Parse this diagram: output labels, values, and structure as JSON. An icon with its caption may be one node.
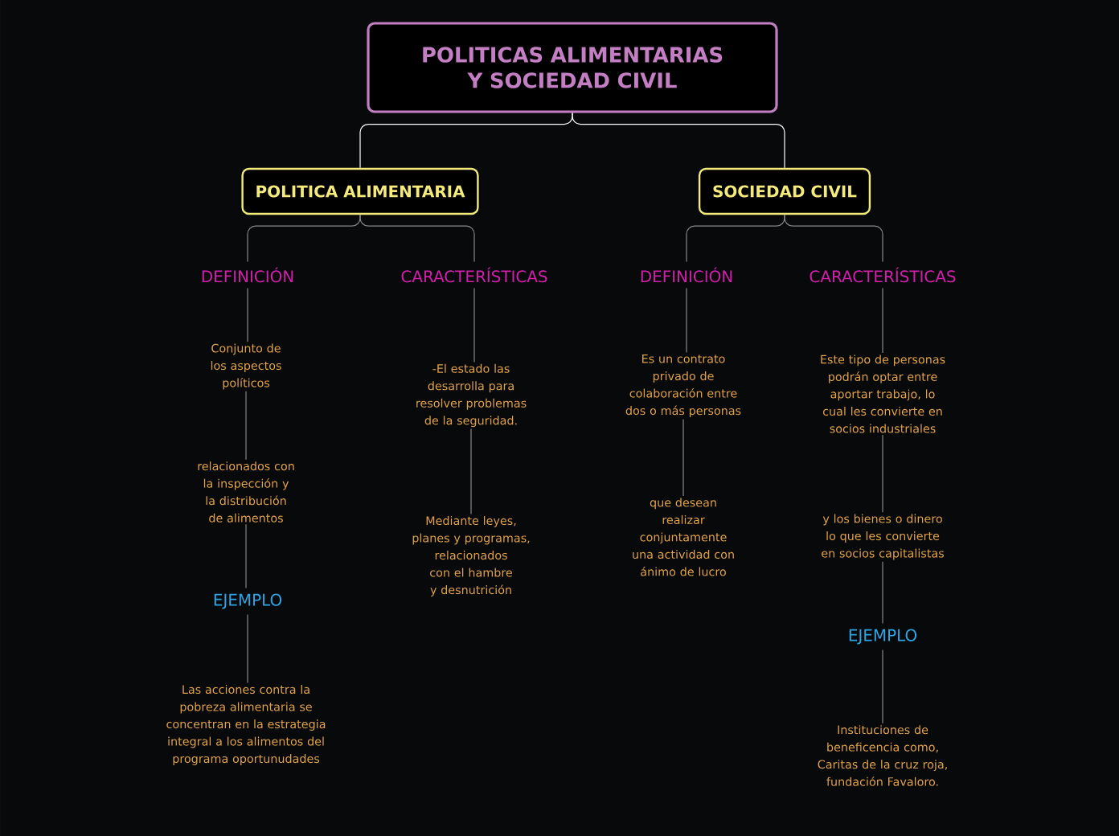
{
  "diagram": {
    "nodes": [
      {
        "text": [
          "POLITICAS ALIMENTARIAS Y SOCIEDAD CIVIL"
        ]
      },
      {
        "text": [
          "POLITICA ALIMENTARIA"
        ]
      },
      {
        "text": [
          "SOCIEDAD CIVIL"
        ]
      },
      {
        "text": [
          "DEFINICIÓN"
        ]
      },
      {
        "text": [
          "CARACTERÍSTICAS"
        ]
      },
      {
        "text": [
          "DEFINICIÓN"
        ]
      },
      {
        "text": [
          "CARACTERÍSTICAS"
        ]
      },
      {
        "text": [
          "Conjunto de los aspectos políticos"
        ]
      },
      {
        "text": [
          "relacionados con la inspección y la distribución de alimentos"
        ]
      },
      {
        "text": [
          "EJEMPLO"
        ]
      },
      {
        "text": [
          "Las acciones contra la pobreza alimentaria se concentran en la estrategia integral a los alimentos del programa oportunudades"
        ]
      },
      {
        "text": [
          "-El estado las desarrolla para resolver problemas de la seguridad."
        ]
      },
      {
        "text": [
          "Mediante leyes, planes y programas, relacionados con el hambre y desnutrición"
        ]
      },
      {
        "text": [
          "Es un contrato privado de colaboración entre dos o más personas"
        ]
      },
      {
        "text": [
          "que desean realizar conjuntamente una actividad con ánimo de lucro"
        ]
      },
      {
        "text": [
          "Este tipo de personas podrán optar entre aportar trabajo, lo cual les convierte en socios industriales"
        ]
      },
      {
        "text": [
          "y los bienes o dinero lo que les convierte en socios capitalistas"
        ]
      },
      {
        "text": [
          "EJEMPLO"
        ]
      },
      {
        "text": [
          "Instituciones de beneficencia como, Caritas de la cruz roja, fundación Favaloro."
        ]
      }
    ],
    "edges": [
      {
        "from": 0,
        "to": 1,
        "arrow": "none",
        "color": "#ffffff"
      },
      {
        "from": 0,
        "to": 2,
        "arrow": "none",
        "color": "#ffffff"
      },
      {
        "from": 1,
        "to": 3,
        "arrow": "none"
      },
      {
        "from": 1,
        "to": 4,
        "arrow": "none"
      },
      {
        "from": 2,
        "to": 5,
        "arrow": "none"
      },
      {
        "from": 2,
        "to": 6,
        "arrow": "none"
      },
      {
        "from": 3,
        "to": 7,
        "arrow": "none"
      },
      {
        "from": 7,
        "to": 8,
        "arrow": "none"
      },
      {
        "from": 8,
        "to": 9,
        "arrow": "none"
      },
      {
        "from": 9,
        "to": 10,
        "arrow": "none"
      },
      {
        "from": 4,
        "to": 11,
        "arrow": "none"
      },
      {
        "from": 11,
        "to": 12,
        "arrow": "none"
      },
      {
        "from": 5,
        "to": 13,
        "arrow": "none"
      },
      {
        "from": 13,
        "to": 14,
        "arrow": "none"
      },
      {
        "from": 6,
        "to": 15,
        "arrow": "none"
      },
      {
        "from": 15,
        "to": 16,
        "arrow": "none"
      },
      {
        "from": 16,
        "to": 17,
        "arrow": "none"
      },
      {
        "from": 17,
        "to": 18,
        "arrow": "none"
      }
    ]
  }
}
